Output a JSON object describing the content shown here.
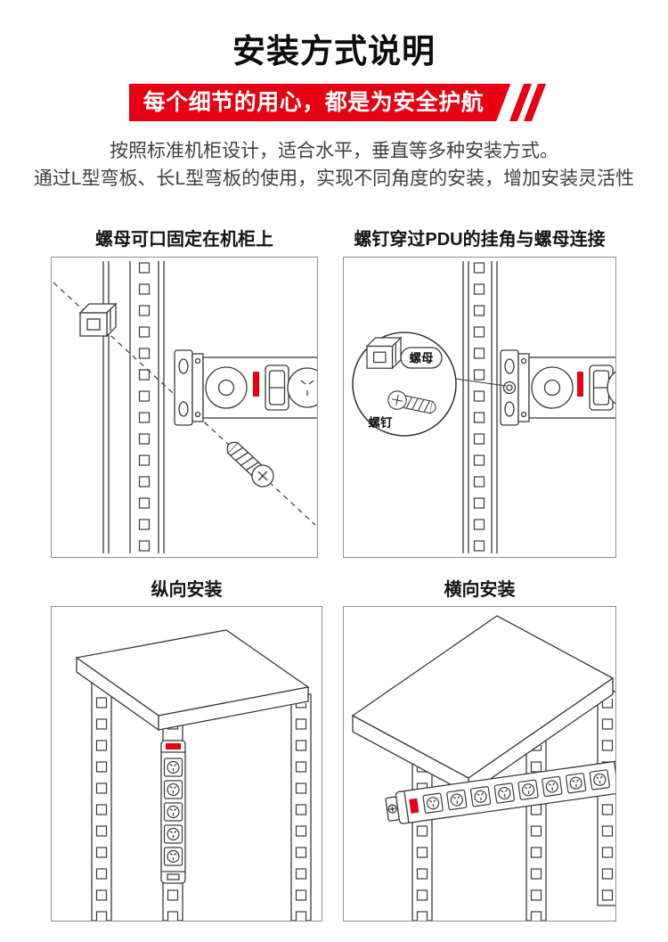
{
  "header": {
    "title": "安装方式说明",
    "banner": "每个细节的用心，都是为安全护航",
    "desc1": "按照标准机柜设计，适合水平，垂直等多种安装方式。",
    "desc2": "通过L型弯板、长L型弯板的使用，实现不同角度的安装，增加安装灵活性"
  },
  "sections": [
    {
      "caption": "螺母可口固定在机柜上"
    },
    {
      "caption": "螺钉穿过PDU的挂角与螺母连接"
    },
    {
      "caption": "纵向安装"
    },
    {
      "caption": "横向安装"
    }
  ],
  "callouts": {
    "nut": "螺母",
    "screw": "螺钉"
  },
  "colors": {
    "accent_red": "#e60012",
    "line": "#3a3a3a",
    "panel_border": "#8f8f8f"
  }
}
